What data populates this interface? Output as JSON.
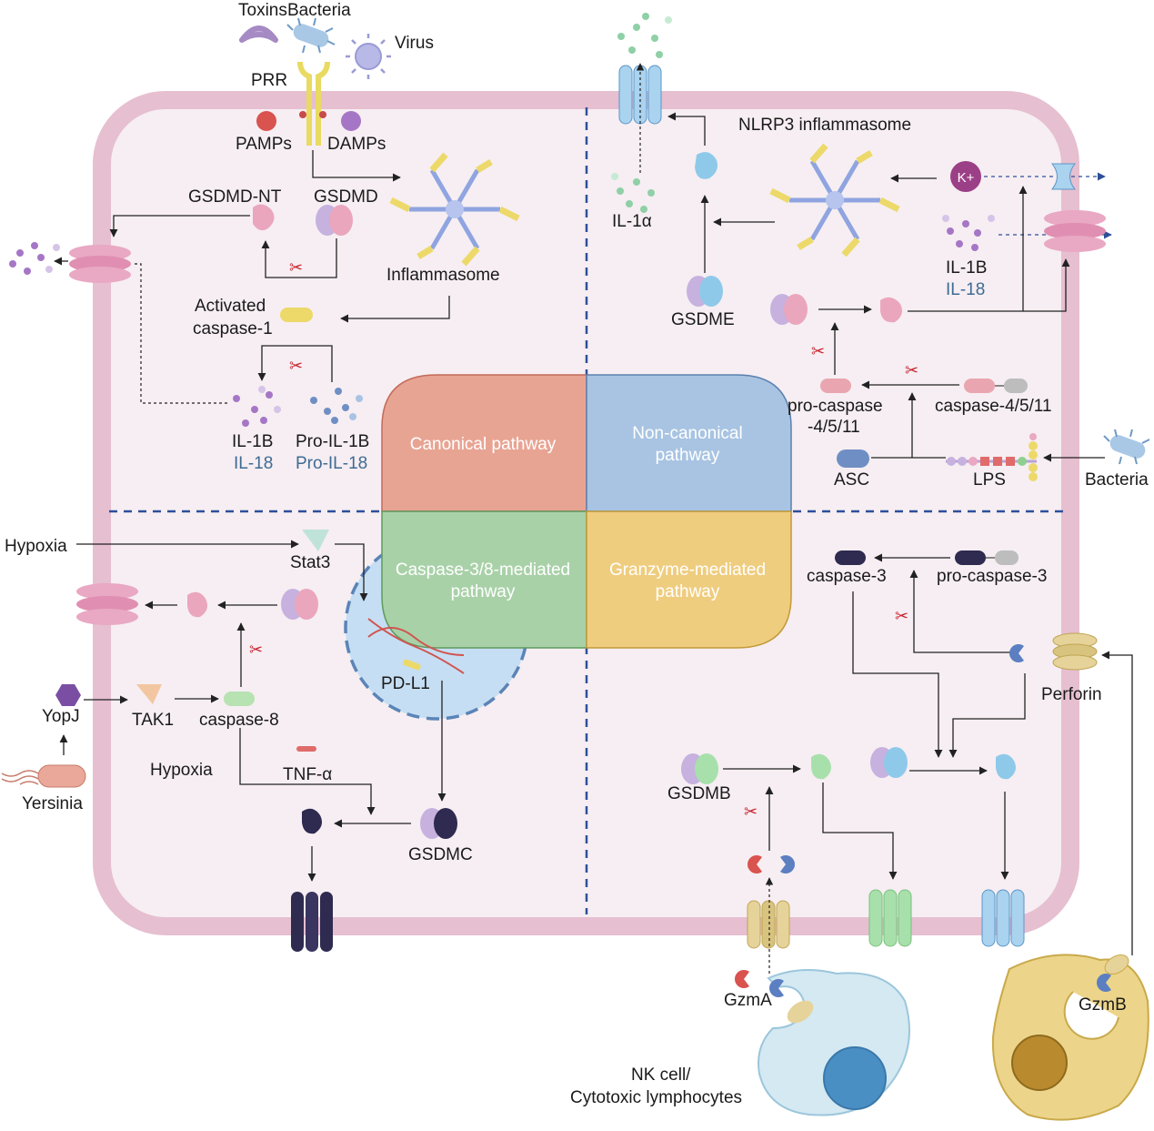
{
  "top_labels": {
    "toxins": "Toxins",
    "bacteria": "Bacteria",
    "virus": "Virus",
    "prr": "PRR",
    "pamps": "PAMPs",
    "damps": "DAMPs"
  },
  "canonical": {
    "gsdmd_nt": "GSDMD-NT",
    "gsdmd": "GSDMD",
    "inflammasome": "Inflammasome",
    "activated_caspase1_line1": "Activated",
    "activated_caspase1_line2": "caspase-1",
    "il1b": "IL-1B",
    "il18": "IL-18",
    "pro_il1b": "Pro-IL-1B",
    "pro_il18": "Pro-IL-18"
  },
  "noncanonical": {
    "il1a": "IL-1α",
    "nlrp3": "NLRP3 inflammasome",
    "k_plus": "K+",
    "il1b": "IL-1B",
    "il18": "IL-18",
    "gsdme": "GSDME",
    "pro_caspase_line1": "pro-caspase",
    "pro_caspase_line2": "-4/5/11",
    "caspase_4511": "caspase-4/5/11",
    "asc": "ASC",
    "lps": "LPS",
    "bacteria": "Bacteria"
  },
  "center": {
    "canonical_pathway": "Canonical pathway",
    "noncanonical_line1": "Non-canonical",
    "noncanonical_line2": "pathway",
    "casp38_line1": "Caspase-3/8-mediated",
    "casp38_line2": "pathway",
    "granzyme_line1": "Granzyme-mediated",
    "granzyme_line2": "pathway"
  },
  "caspase38": {
    "hypoxia_top": "Hypoxia",
    "stat3": "Stat3",
    "pd_l1": "PD-L1",
    "yopj": "YopJ",
    "tak1": "TAK1",
    "caspase8": "caspase-8",
    "hypoxia_bottom": "Hypoxia",
    "tnf_a": "TNF-α",
    "yersinia": "Yersinia",
    "gsdmc": "GSDMC"
  },
  "granzyme": {
    "caspase3": "caspase-3",
    "pro_caspase3": "pro-caspase-3",
    "perforin": "Perforin",
    "gsdmb": "GSDMB",
    "gzma": "GzmA",
    "gzmb": "GzmB",
    "nk_line1": "NK cell/",
    "nk_line2": "Cytotoxic lymphocytes"
  },
  "colors": {
    "membrane": "#e6bfd0",
    "cell_fill": "#f6eef2",
    "canonical": "#e8a493",
    "noncanonical": "#a8c4e2",
    "caspase38": "#a9d1a8",
    "granzyme": "#efcd7f",
    "divider": "#2f4f9a"
  }
}
